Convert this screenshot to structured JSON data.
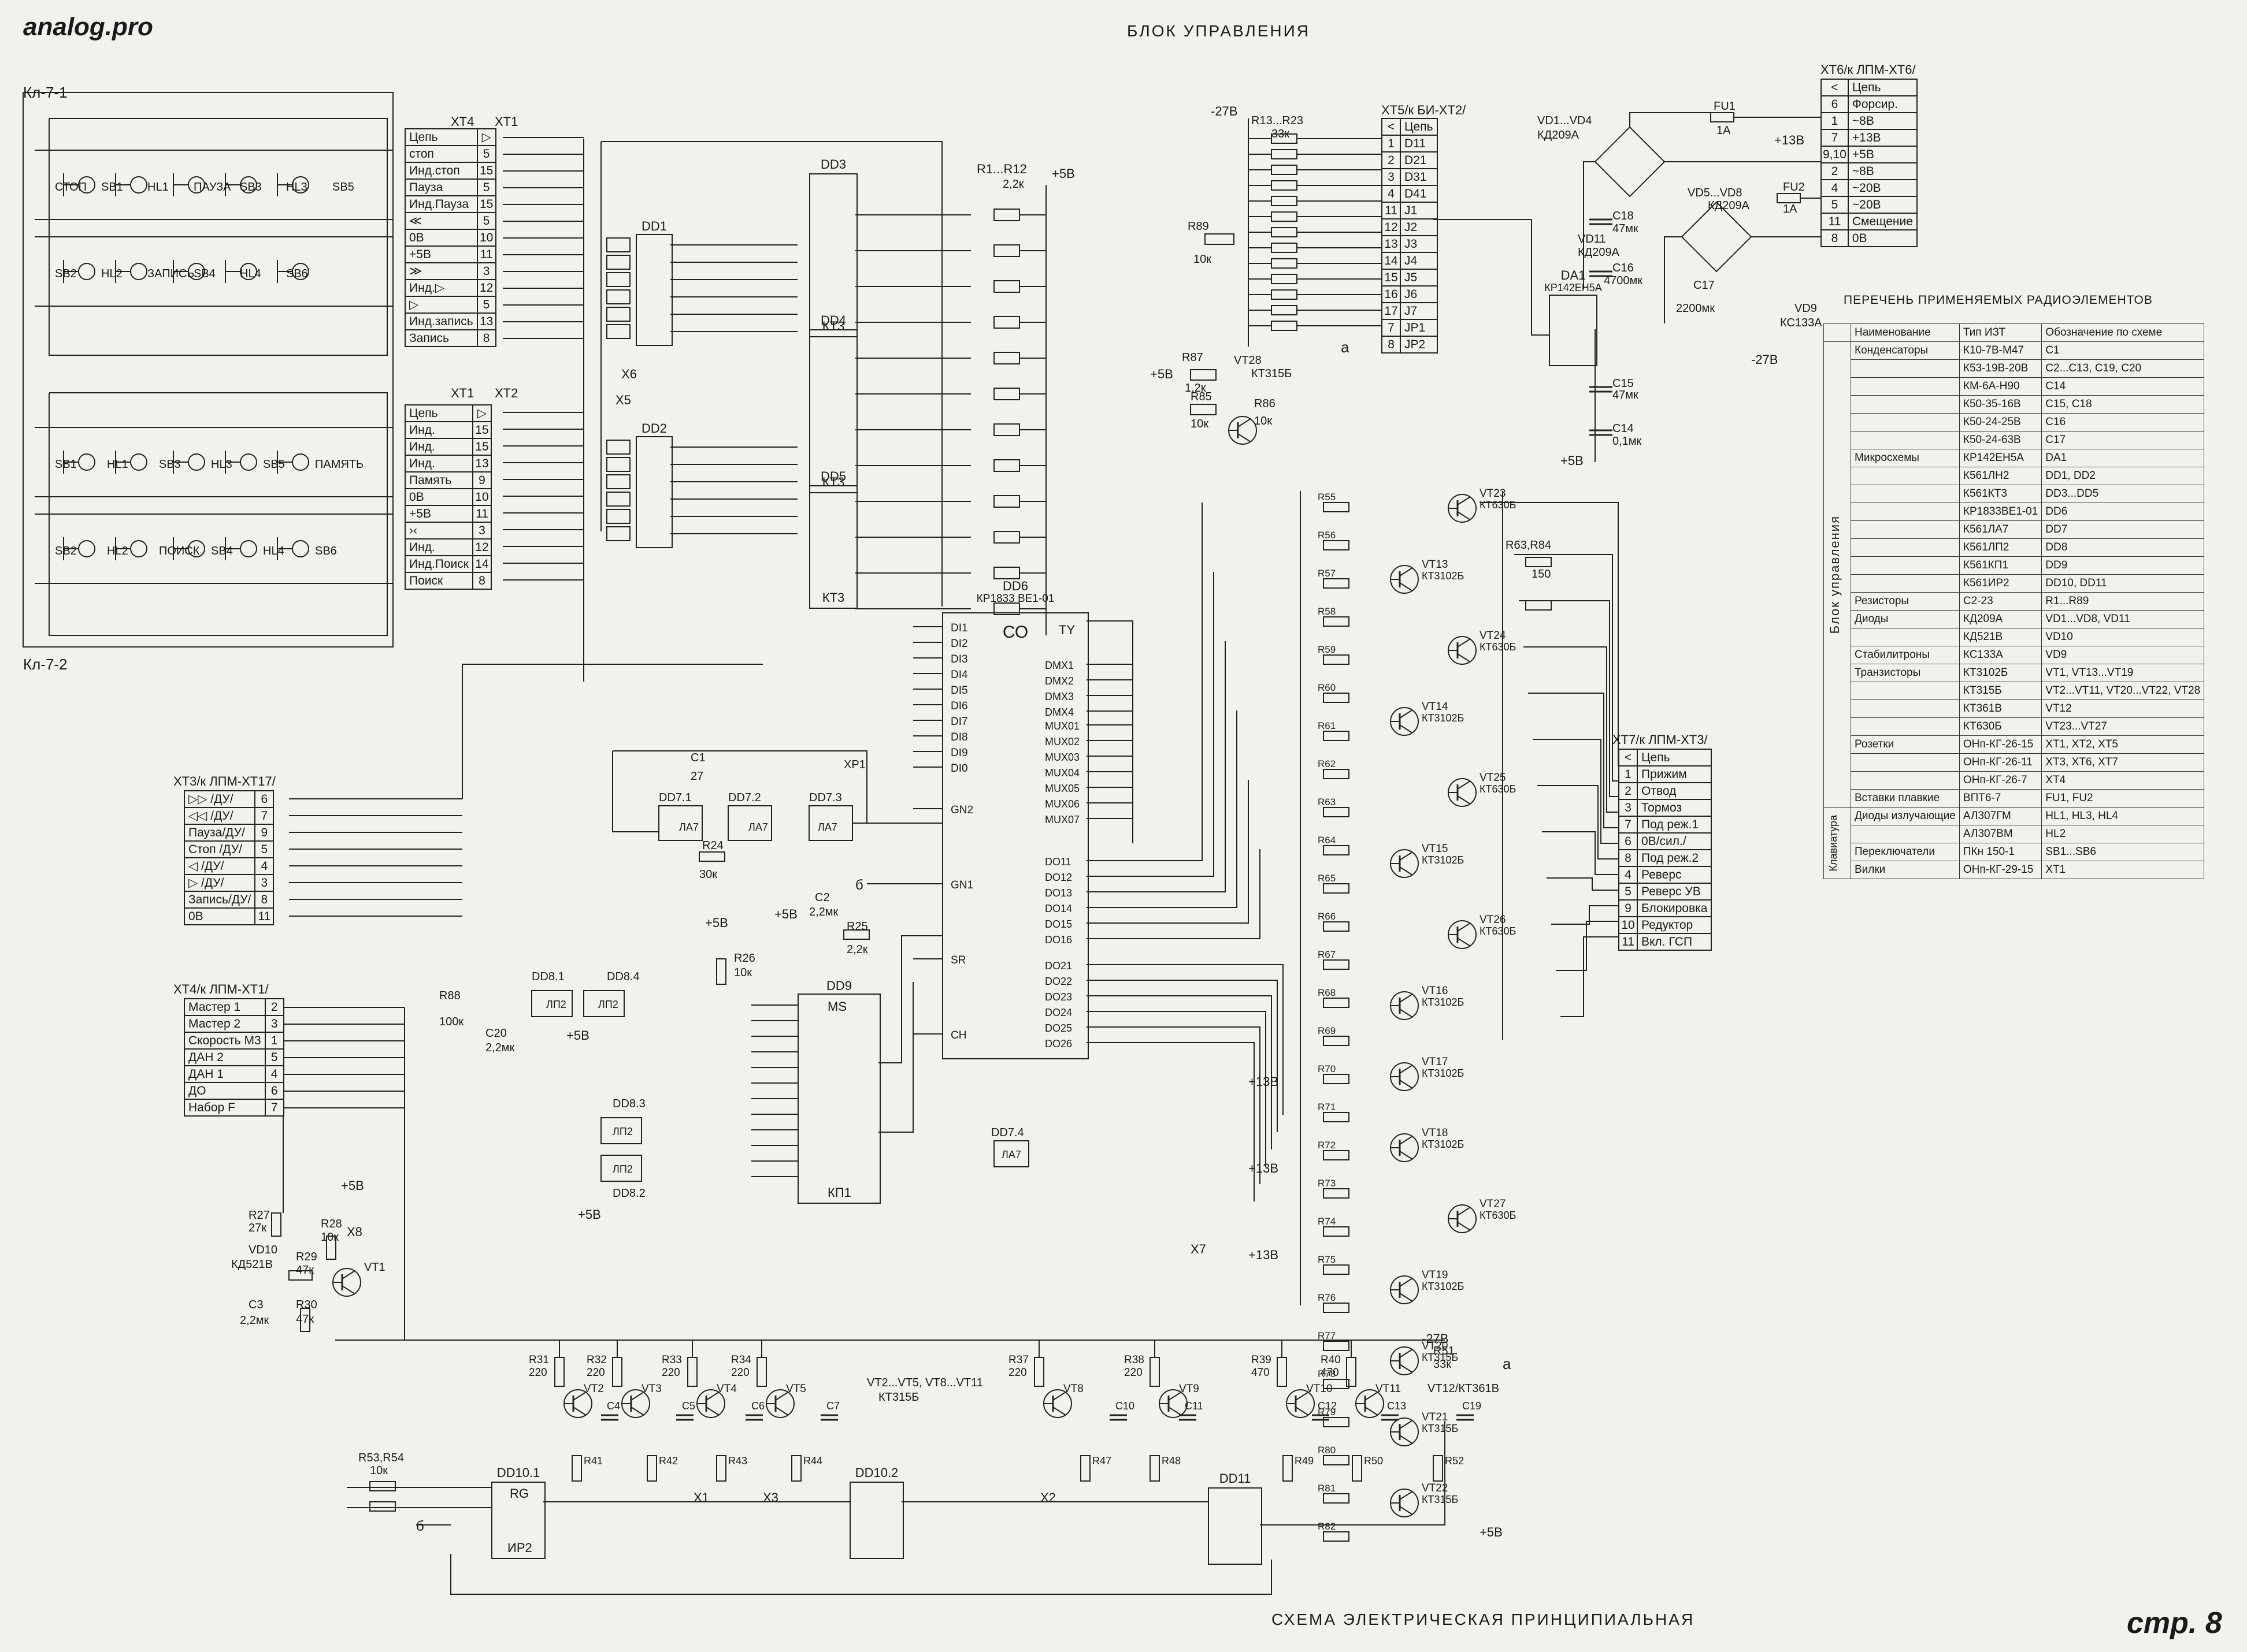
{
  "site": "analog.pro",
  "title": "БЛОК УПРАВЛЕНИЯ",
  "bottom_title": "СХЕМА ЭЛЕКТРИЧЕСКАЯ ПРИНЦИПИАЛЬНАЯ",
  "page_label": "стр. 8",
  "kl71": "Кл-7-1",
  "kl72": "Кл-7-2",
  "xt4_hdr": "XT4",
  "xt1_hdr": "XT1",
  "xt1b_hdr": "XT1",
  "xt2_hdr": "XT2",
  "xt4_top": [
    {
      "name": "Цепь",
      "pin": "▷"
    },
    {
      "name": "стоп",
      "pin": "5"
    },
    {
      "name": "Инд.стоп",
      "pin": "15"
    },
    {
      "name": "Пауза",
      "pin": "5"
    },
    {
      "name": "Инд.Пауза",
      "pin": "15"
    },
    {
      "name": "≪",
      "pin": "5"
    },
    {
      "name": "0В",
      "pin": "10"
    },
    {
      "name": "+5В",
      "pin": "11"
    },
    {
      "name": "≫",
      "pin": "3"
    },
    {
      "name": "Инд.▷",
      "pin": "12"
    },
    {
      "name": "▷",
      "pin": "5"
    },
    {
      "name": "Инд.запись",
      "pin": "13"
    },
    {
      "name": "Запись",
      "pin": "8"
    }
  ],
  "xt2_left": [
    {
      "name": "Цепь",
      "pin": "▷"
    },
    {
      "name": "Инд.",
      "pin": "15"
    },
    {
      "name": "Инд.",
      "pin": "15"
    },
    {
      "name": "Инд.",
      "pin": "13"
    },
    {
      "name": "Память",
      "pin": "9"
    },
    {
      "name": "0В",
      "pin": "10"
    },
    {
      "name": "+5В",
      "pin": "11"
    },
    {
      "name": "›‹",
      "pin": "3"
    },
    {
      "name": "Инд.",
      "pin": "12"
    },
    {
      "name": "Инд.Поиск",
      "pin": "14"
    },
    {
      "name": "Поиск",
      "pin": "8"
    }
  ],
  "buttons_top": [
    "СТОП",
    "SB1",
    "HL1",
    "ПАУЗА",
    "SB3",
    "HL3",
    "SB5",
    "SB2",
    "HL2",
    "ЗАПИСЬ",
    "SB4",
    "HL4",
    "SB6"
  ],
  "buttons_bot": [
    "SB1",
    "HL1",
    "SB3",
    "HL3",
    "SB5",
    "ПАМЯТЬ",
    "SB2",
    "HL2",
    "ПОИСК",
    "SB4",
    "HL4",
    "SB6"
  ],
  "xt3": {
    "title": "XT3/к ЛПМ-XT17/",
    "rows": [
      {
        "name": "▷▷ /ДУ/",
        "pin": "6"
      },
      {
        "name": "◁◁ /ДУ/",
        "pin": "7"
      },
      {
        "name": "Пауза/ДУ/",
        "pin": "9"
      },
      {
        "name": "Стоп /ДУ/",
        "pin": "5"
      },
      {
        "name": "◁ /ДУ/",
        "pin": "4"
      },
      {
        "name": "▷ /ДУ/",
        "pin": "3"
      },
      {
        "name": "Запись/ДУ/",
        "pin": "8"
      },
      {
        "name": "0В",
        "pin": "11"
      }
    ]
  },
  "xt4b": {
    "title": "XT4/к ЛПМ-XT1/",
    "rows": [
      {
        "name": "Мастер 1",
        "pin": "2"
      },
      {
        "name": "Мастер 2",
        "pin": "3"
      },
      {
        "name": "Скорость М3",
        "pin": "1"
      },
      {
        "name": "ДАН 2",
        "pin": "5"
      },
      {
        "name": "ДАН 1",
        "pin": "4"
      },
      {
        "name": "ДО",
        "pin": "6"
      },
      {
        "name": "Набор F",
        "pin": "7"
      }
    ]
  },
  "xt5": {
    "title": "XT5/к БИ-XT2/",
    "rows": [
      {
        "pin": "<",
        "name": "Цепь"
      },
      {
        "pin": "1",
        "name": "D11"
      },
      {
        "pin": "2",
        "name": "D21"
      },
      {
        "pin": "3",
        "name": "D31"
      },
      {
        "pin": "4",
        "name": "D41"
      },
      {
        "pin": "11",
        "name": "J1"
      },
      {
        "pin": "12",
        "name": "J2"
      },
      {
        "pin": "13",
        "name": "J3"
      },
      {
        "pin": "14",
        "name": "J4"
      },
      {
        "pin": "15",
        "name": "J5"
      },
      {
        "pin": "16",
        "name": "J6"
      },
      {
        "pin": "17",
        "name": "J7"
      },
      {
        "pin": "7",
        "name": "JP1"
      },
      {
        "pin": "8",
        "name": "JP2"
      }
    ]
  },
  "xt6": {
    "title": "XT6/к ЛПМ-XT6/",
    "rows": [
      {
        "pin": "<",
        "name": "Цепь"
      },
      {
        "pin": "6",
        "name": "Форсир."
      },
      {
        "pin": "1",
        "name": "~8В"
      },
      {
        "pin": "7",
        "name": "+13В"
      },
      {
        "pin": "9,10",
        "name": "+5В"
      },
      {
        "pin": "2",
        "name": "~8В"
      },
      {
        "pin": "4",
        "name": "~20В"
      },
      {
        "pin": "5",
        "name": "~20В"
      },
      {
        "pin": "11",
        "name": "Смещение"
      },
      {
        "pin": "8",
        "name": "0В"
      }
    ]
  },
  "xt7": {
    "title": "XT7/к ЛПМ-XT3/",
    "rows": [
      {
        "pin": "<",
        "name": "Цепь"
      },
      {
        "pin": "1",
        "name": "Прижим"
      },
      {
        "pin": "2",
        "name": "Отвод"
      },
      {
        "pin": "3",
        "name": "Тормоз"
      },
      {
        "pin": "7",
        "name": "Под реж.1"
      },
      {
        "pin": "6",
        "name": "0В/сил./"
      },
      {
        "pin": "8",
        "name": "Под реж.2"
      },
      {
        "pin": "4",
        "name": "Реверс"
      },
      {
        "pin": "5",
        "name": "Реверс УВ"
      },
      {
        "pin": "9",
        "name": "Блокировка"
      },
      {
        "pin": "10",
        "name": "Редуктор"
      },
      {
        "pin": "11",
        "name": "Вкл. ГСП"
      }
    ]
  },
  "chips": {
    "dd1": "DD1",
    "dd2": "DD2",
    "dd3": "DD3",
    "dd4": "DD4",
    "dd5": "DD5",
    "kt3a": "КТ3",
    "kt3b": "КТ3",
    "kt3c": "КТ3",
    "dd6": "DD6",
    "dd6_type": "КР1833 ВЕ1-01",
    "dd6_co": "СО",
    "dd6_ty": "TY",
    "dd9": "DD9",
    "dd9_ms": "MS",
    "dd9_kp": "КП1",
    "dd10_1": "DD10.1",
    "dd10_2": "DD10.2",
    "dd11": "DD11",
    "rg": "RG",
    "ir2": "ИР2",
    "dd7_1": "DD7.1",
    "dd7_2": "DD7.2",
    "dd7_3": "DD7.3",
    "dd7_4": "DD7.4",
    "la7": "ЛА7",
    "dd8_1": "DD8.1",
    "dd8_2": "DD8.2",
    "dd8_3": "DD8.3",
    "dd8_4": "DD8.4",
    "lp2": "ЛП2",
    "da1": "DA1",
    "da1_type": "КР142ЕН5А"
  },
  "dd6_left": [
    "DI1",
    "DI2",
    "DI3",
    "DI4",
    "DI5",
    "DI6",
    "DI7",
    "DI8",
    "DI9",
    "DI0",
    "GN2",
    "GN1",
    "SR",
    "CH"
  ],
  "dd6_right": [
    "DMX1",
    "DMX2",
    "DMX3",
    "DMX4",
    "MUX01",
    "MUX02",
    "MUX03",
    "MUX04",
    "MUX05",
    "MUX06",
    "MUX07",
    "DO11",
    "DO12",
    "DO13",
    "DO14",
    "DO15",
    "DO16",
    "DO21",
    "DO22",
    "DO23",
    "DO24",
    "DO25",
    "DO26"
  ],
  "labels": {
    "m27v": "-27В",
    "r13r23": "R13...R23",
    "r13val": "33к",
    "r1r12": "R1...R12",
    "r1val": "2,2к",
    "p5v": "+5В",
    "r89": "R89",
    "r89v": "10к",
    "r87": "R87",
    "r87v": "1,2к",
    "r85": "R85",
    "r85v": "10к",
    "r86": "R86",
    "r86v": "10к",
    "vt28": "VT28",
    "vt28t": "КТ315Б",
    "vd1vd4": "VD1...VD4",
    "kd209a": "КД209А",
    "fu1": "FU1",
    "fu1v": "1А",
    "vd5vd8": "VD5...VD8",
    "fu2": "FU2",
    "fu2v": "1А",
    "vd11": "VD11",
    "c18": "C18",
    "c18v": "47мк",
    "c16": "C16",
    "c16v": "4700мк",
    "c15": "C15",
    "c15v": "47мк",
    "c14": "C14",
    "c14v": "0,1мк",
    "c17": "C17",
    "c17v": "2200мк",
    "vd9": "VD9",
    "kc133a": "КС133А",
    "p13v": "+13В",
    "xp1": "XP1",
    "c1": "C1",
    "c1v": "27",
    "r24": "R24",
    "r24v": "30к",
    "c2": "C2",
    "c2v": "2,2мк",
    "r25": "R25",
    "r25v": "2,2к",
    "r26": "R26",
    "r26v": "10к",
    "r88": "R88",
    "r88v": "100к",
    "c20": "C20",
    "c20v": "2,2мк",
    "r27": "R27",
    "r27v": "27к",
    "r28": "R28",
    "r28v": "10к",
    "vd10": "VD10",
    "kd521b": "КД521В",
    "r29": "R29",
    "r29v": "47к",
    "r30": "R30",
    "r30v": "47к",
    "c3": "C3",
    "c3v": "2,2мк",
    "vt1": "VT1",
    "x5": "X5",
    "x6": "X6",
    "x8": "X8",
    "x7": "X7",
    "x1": "X1",
    "x2": "X2",
    "x3": "X3",
    "a_lbl": "а",
    "b_lbl": "б",
    "vt2vt5": "VT2...VT5, VT8...VT11",
    "vt_type": "КТ315Б",
    "r53r54": "R53,R54",
    "r53v": "10к",
    "vt12": "VT12/КТ361В",
    "r51": "R51",
    "r51v": "33к",
    "r63r84": "R63,R84",
    "r63v": "150"
  },
  "out_transistors": [
    {
      "name": "VT23",
      "type": "КТ630Б"
    },
    {
      "name": "VT13",
      "type": "КТ3102Б"
    },
    {
      "name": "VT24",
      "type": "КТ630Б"
    },
    {
      "name": "VT14",
      "type": "КТ3102Б"
    },
    {
      "name": "VT25",
      "type": "КТ630Б"
    },
    {
      "name": "VT15",
      "type": "КТ3102Б"
    },
    {
      "name": "VT26",
      "type": "КТ630Б"
    },
    {
      "name": "VT16",
      "type": "КТ3102Б"
    },
    {
      "name": "VT17",
      "type": "КТ3102Б"
    },
    {
      "name": "VT18",
      "type": "КТ3102Б"
    },
    {
      "name": "VT27",
      "type": "КТ630Б"
    },
    {
      "name": "VT19",
      "type": "КТ3102Б"
    },
    {
      "name": "VT20",
      "type": "КТ315Б"
    },
    {
      "name": "VT21",
      "type": "КТ315Б"
    },
    {
      "name": "VT22",
      "type": "КТ315Б"
    }
  ],
  "out_resistors": [
    "R55",
    "R56",
    "R57",
    "R58",
    "R59",
    "R60",
    "R61",
    "R62",
    "R63",
    "R64",
    "R65",
    "R66",
    "R67",
    "R68",
    "R69",
    "R70",
    "R71",
    "R72",
    "R73",
    "R74",
    "R75",
    "R76",
    "R77",
    "R78",
    "R79",
    "R80",
    "R81",
    "R82"
  ],
  "bottom_res": [
    "R31",
    "R32",
    "R33",
    "R34",
    "R37",
    "R38",
    "R39",
    "R40"
  ],
  "bottom_res_v": [
    "220",
    "220",
    "220",
    "220",
    "220",
    "220",
    "470",
    "470"
  ],
  "bottom_vt": [
    "VT2",
    "VT3",
    "VT4",
    "VT5",
    "VT8",
    "VT9",
    "VT10",
    "VT11"
  ],
  "bottom_caps": [
    "C4",
    "C5",
    "C6",
    "C7",
    "C10",
    "C11",
    "C12",
    "C13",
    "C19"
  ],
  "bottom_r2": [
    "R41",
    "R42",
    "R43",
    "R44",
    "R47",
    "R48",
    "R49",
    "R50",
    "R52"
  ],
  "elist": {
    "title": "ПЕРЕЧЕНЬ ПРИМЕНЯЕМЫХ РАДИОЭЛЕМЕНТОВ",
    "head": [
      "Наименование",
      "Тип ИЗТ",
      "Обозначение по схеме"
    ],
    "group_block": "Блок управления",
    "group_kb": "Клавиатура",
    "rows": [
      [
        "Конденсаторы",
        "К10-7В-М47",
        "C1"
      ],
      [
        "",
        "К53-19В-20В",
        "C2...C13, C19, C20"
      ],
      [
        "",
        "КМ-6А-Н90",
        "C14"
      ],
      [
        "",
        "К50-35-16В",
        "C15, C18"
      ],
      [
        "",
        "К50-24-25В",
        "C16"
      ],
      [
        "",
        "К50-24-63В",
        "C17"
      ],
      [
        "Микросхемы",
        "КР142ЕН5А",
        "DA1"
      ],
      [
        "",
        "К561ЛН2",
        "DD1, DD2"
      ],
      [
        "",
        "К561КТ3",
        "DD3...DD5"
      ],
      [
        "",
        "КР1833ВЕ1-01",
        "DD6"
      ],
      [
        "",
        "К561ЛА7",
        "DD7"
      ],
      [
        "",
        "К561ЛП2",
        "DD8"
      ],
      [
        "",
        "К561КП1",
        "DD9"
      ],
      [
        "",
        "К561ИР2",
        "DD10, DD11"
      ],
      [
        "Резисторы",
        "С2-23",
        "R1...R89"
      ],
      [
        "Диоды",
        "КД209А",
        "VD1...VD8, VD11"
      ],
      [
        "",
        "КД521В",
        "VD10"
      ],
      [
        "Стабилитроны",
        "КС133А",
        "VD9"
      ],
      [
        "Транзисторы",
        "КТ3102Б",
        "VT1, VT13...VT19"
      ],
      [
        "",
        "КТ315Б",
        "VT2...VT11, VT20...VT22, VT28"
      ],
      [
        "",
        "КТ361В",
        "VT12"
      ],
      [
        "",
        "КТ630Б",
        "VT23...VT27"
      ],
      [
        "Розетки",
        "ОНп-КГ-26-15",
        "XT1, XT2, XT5"
      ],
      [
        "",
        "ОНп-КГ-26-11",
        "XT3, XT6, XT7"
      ],
      [
        "",
        "ОНп-КГ-26-7",
        "XT4"
      ],
      [
        "Вставки плавкие",
        "ВПТ6-7",
        "FU1, FU2"
      ],
      [
        "Диоды излучающие",
        "АЛ307ГМ",
        "HL1, HL3, HL4"
      ],
      [
        "",
        "АЛ307ВМ",
        "HL2"
      ],
      [
        "Переключатели",
        "ПКн 150-1",
        "SB1...SB6"
      ],
      [
        "Вилки",
        "ОНп-КГ-29-15",
        "XT1"
      ]
    ]
  }
}
